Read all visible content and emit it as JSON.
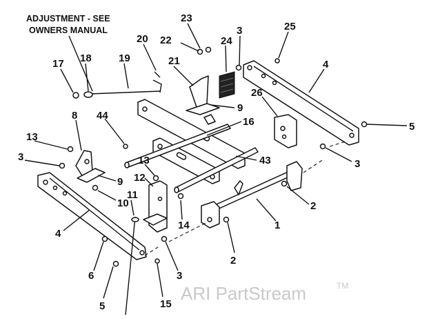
{
  "note": {
    "line1": "ADJUSTMENT - SEE",
    "line2": "OWNERS MANUAL"
  },
  "callouts": [
    "23",
    "3",
    "25",
    "22",
    "24",
    "20",
    "4",
    "17",
    "18",
    "19",
    "21",
    "26",
    "9",
    "44",
    "16",
    "5",
    "8",
    "13",
    "3",
    "43",
    "3",
    "13",
    "12",
    "9",
    "2",
    "11",
    "10",
    "4",
    "14",
    "1",
    "2",
    "6",
    "3",
    "5",
    "15"
  ],
  "watermark": {
    "text": "ARI PartStream",
    "mark": "TM"
  }
}
